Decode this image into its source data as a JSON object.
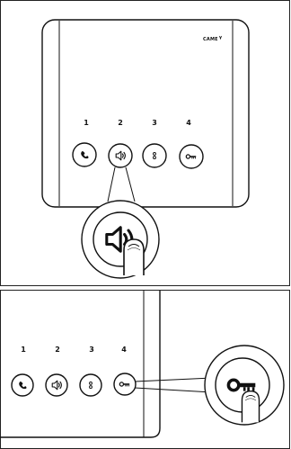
{
  "brand": {
    "logo_text": "CAME"
  },
  "top_panel": {
    "button_numbers": [
      "1",
      "2",
      "3",
      "4"
    ],
    "buttons": [
      {
        "icon": "handset-icon"
      },
      {
        "icon": "speaker-icon"
      },
      {
        "icon": "dots-icon"
      },
      {
        "icon": "key-icon"
      }
    ],
    "magnified_button": {
      "icon": "speaker-icon",
      "pressed_by": "finger"
    }
  },
  "bottom_panel": {
    "button_numbers": [
      "1",
      "2",
      "3",
      "4"
    ],
    "buttons": [
      {
        "icon": "handset-icon"
      },
      {
        "icon": "speaker-icon"
      },
      {
        "icon": "dots-icon"
      },
      {
        "icon": "key-icon"
      }
    ],
    "magnified_button": {
      "icon": "key-icon",
      "pressed_by": "finger"
    }
  }
}
